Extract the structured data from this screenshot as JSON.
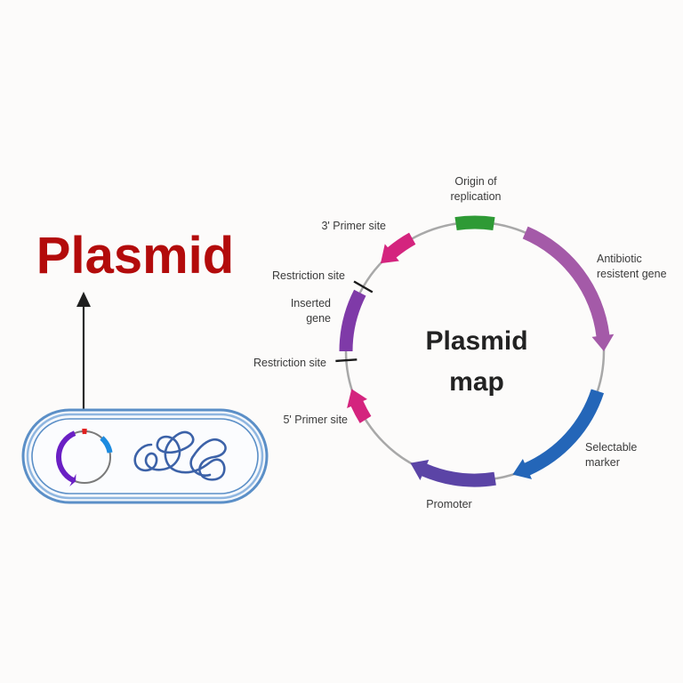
{
  "left": {
    "title": "Plasmid",
    "title_color": "#b30b0b",
    "arrow_icon": "up-arrow",
    "cell": {
      "membrane_color": "#5b8fc7",
      "chromosome_color": "#3c62a8",
      "small_plasmid_segments": [
        {
          "name": "origin",
          "color": "#e02020"
        },
        {
          "name": "marker",
          "color": "#1c8be0"
        },
        {
          "name": "gene",
          "color": "#6a1fc4"
        }
      ]
    }
  },
  "map": {
    "title_line1": "Plasmid",
    "title_line2": "map",
    "backbone_color": "#a8a8a8",
    "features": [
      {
        "id": "origin",
        "label": [
          "Origin of",
          "replication"
        ],
        "color": "#2e9a35",
        "start": -8.5,
        "end": 8.5,
        "arrow": "none"
      },
      {
        "id": "antibiotic",
        "label": [
          "Antibiotic",
          "resistent gene"
        ],
        "color": "#a45aa8",
        "start": 23,
        "end": 90,
        "arrow": "cw"
      },
      {
        "id": "selectable",
        "label": [
          "Selectable",
          "marker"
        ],
        "color": "#2466b8",
        "start": 108,
        "end": 163,
        "arrow": "cw"
      },
      {
        "id": "promoter",
        "label": [
          "Promoter"
        ],
        "color": "#5b44a6",
        "start": 171,
        "end": 210,
        "arrow": "cw"
      },
      {
        "id": "primer5",
        "label": [
          "5' Primer site"
        ],
        "color": "#d4247e",
        "start": 238,
        "end": 253,
        "arrow": "cw"
      },
      {
        "id": "inserted",
        "label": [
          "Inserted",
          "gene"
        ],
        "color": "#7f3aa8",
        "start": 270,
        "end": 297,
        "arrow": "none"
      },
      {
        "id": "primer3",
        "label": [
          "3' Primer site"
        ],
        "color": "#d4247e",
        "start": 313,
        "end": 331,
        "arrow": "ccw"
      }
    ],
    "restriction_sites": [
      {
        "label": "Restriction site",
        "angle": 266
      },
      {
        "label": "Restriction site",
        "angle": 300
      }
    ]
  }
}
